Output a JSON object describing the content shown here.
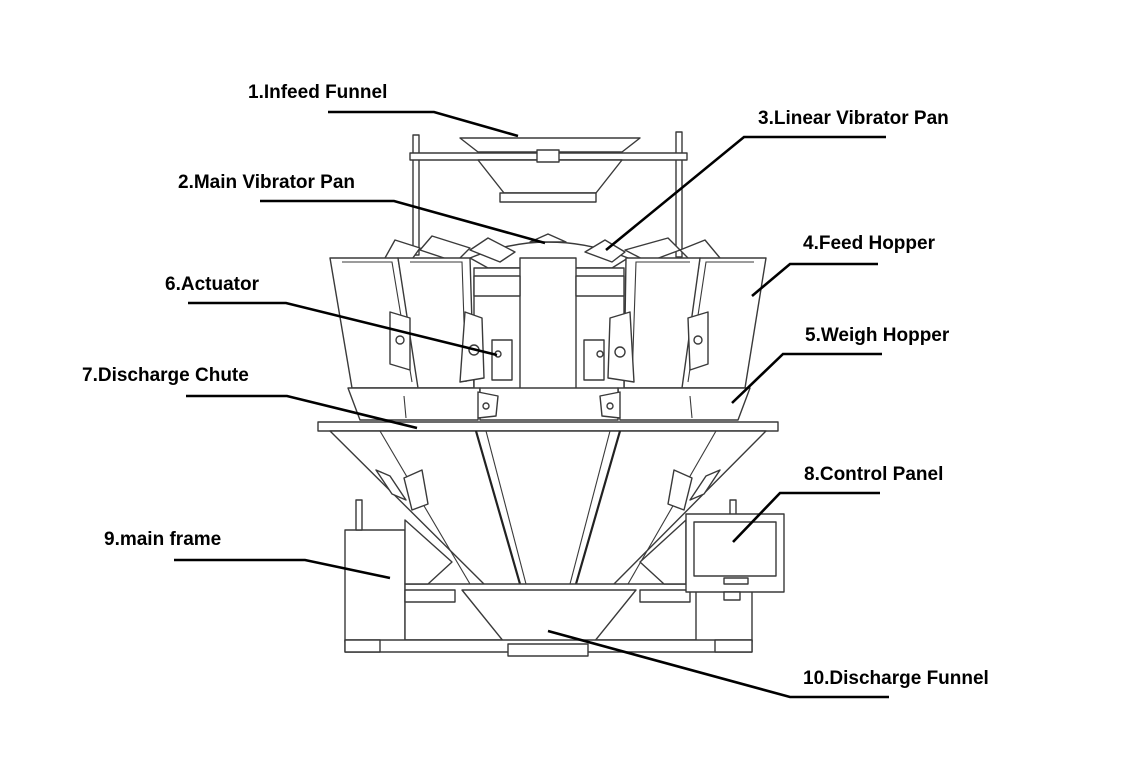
{
  "labels": {
    "infeed_funnel": "1.Infeed Funnel",
    "main_vibrator_pan": "2.Main Vibrator Pan",
    "linear_vibrator_pan": "3.Linear Vibrator Pan",
    "feed_hopper": "4.Feed Hopper",
    "weigh_hopper": "5.Weigh Hopper",
    "actuator": "6.Actuator",
    "discharge_chute": "7.Discharge Chute",
    "control_panel": "8.Control Panel",
    "main_frame": "9.main frame",
    "discharge_funnel": "10.Discharge Funnel"
  },
  "colors": {
    "line": "#3a3a3a",
    "leader": "#000000",
    "background": "#ffffff"
  }
}
